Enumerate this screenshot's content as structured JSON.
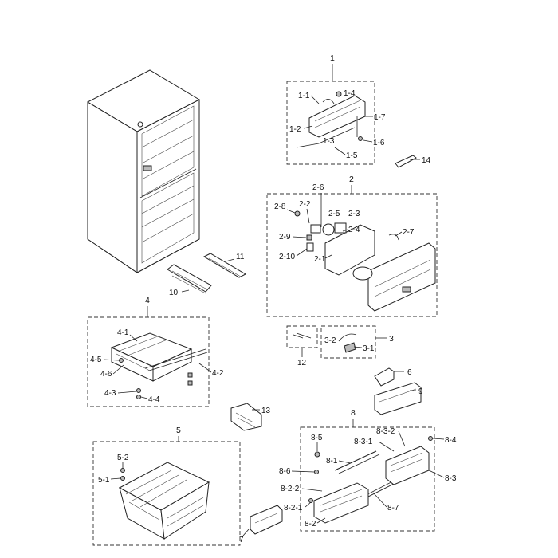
{
  "labels": {
    "g1": "1",
    "l1_1": "1-1",
    "l1_2": "1-2",
    "l1_3": "1-3",
    "l1_4": "1-4",
    "l1_5": "1-5",
    "l1_6": "1-6",
    "l1_7": "1-7",
    "l14": "14",
    "g2": "2",
    "l2_1": "2-1",
    "l2_2": "2-2",
    "l2_3": "2-3",
    "l2_4": "2-4",
    "l2_5": "2-5",
    "l2_6": "2-6",
    "l2_7": "2-7",
    "l2_8": "2-8",
    "l2_9": "2-9",
    "l2_10": "2-10",
    "l10": "10",
    "l11": "11",
    "g4": "4",
    "l4_1": "4-1",
    "l4_2": "4-2",
    "l4_3": "4-3",
    "l4_4": "4-4",
    "l4_5": "4-5",
    "l4_6": "4-6",
    "g3": "3",
    "l3_1": "3-1",
    "l3_2": "3-2",
    "l12": "12",
    "l6": "6",
    "l9": "9",
    "l13": "13",
    "g5": "5",
    "l5_1": "5-1",
    "l5_2": "5-2",
    "g8": "8",
    "l8_1": "8-1",
    "l8_2": "8-2",
    "l8_2_1": "8-2-1",
    "l8_2_2": "8-2-2",
    "l8_3": "8-3",
    "l8_3_1": "8-3-1",
    "l8_3_2": "8-3-2",
    "l8_4": "8-4",
    "l8_5": "8-5",
    "l8_6": "8-6",
    "l8_7": "8-7",
    "l7": "7"
  }
}
